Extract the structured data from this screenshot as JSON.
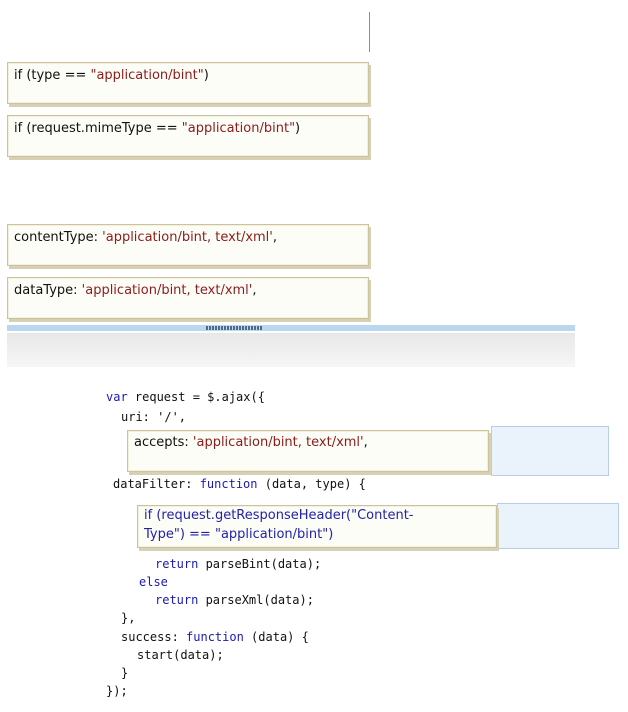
{
  "answer_choices": [
    {
      "prefix": "if (type == ",
      "str": "\"application/bint\"",
      "suffix": ")"
    },
    {
      "prefix": "if (request.mimeType == ",
      "str": "\"application/bint\"",
      "suffix": ")"
    },
    {
      "prefix": "contentType: ",
      "str": "'application/bint, text/xml'",
      "suffix": ","
    },
    {
      "prefix": "dataType: ",
      "str": "'application/bint, text/xml'",
      "suffix": ","
    }
  ],
  "code": {
    "line1": {
      "kw": "var",
      "rest": " request = $.ajax({"
    },
    "line2": "uri: '/',",
    "placed1": {
      "prefix": "accepts: ",
      "str": "'application/bint, text/xml'",
      "suffix": ","
    },
    "line3": {
      "a": "dataFilter: ",
      "kw": "function",
      "b": " (data, type) {"
    },
    "placed2": {
      "line_a": "if (request.getResponseHeader(\"Content-",
      "line_b": "Type\") == \"application/bint\")"
    },
    "line4": {
      "kw": "return",
      "rest": " parseBint(data);"
    },
    "line5": {
      "kw": "else"
    },
    "line6": {
      "kw": "return",
      "rest": " parseXml(data);"
    },
    "line7": "},",
    "line8": {
      "a": "success: ",
      "kw": "function",
      "b": " (data) {"
    },
    "line9": "start(data);",
    "line10": "}",
    "line11": "});"
  }
}
